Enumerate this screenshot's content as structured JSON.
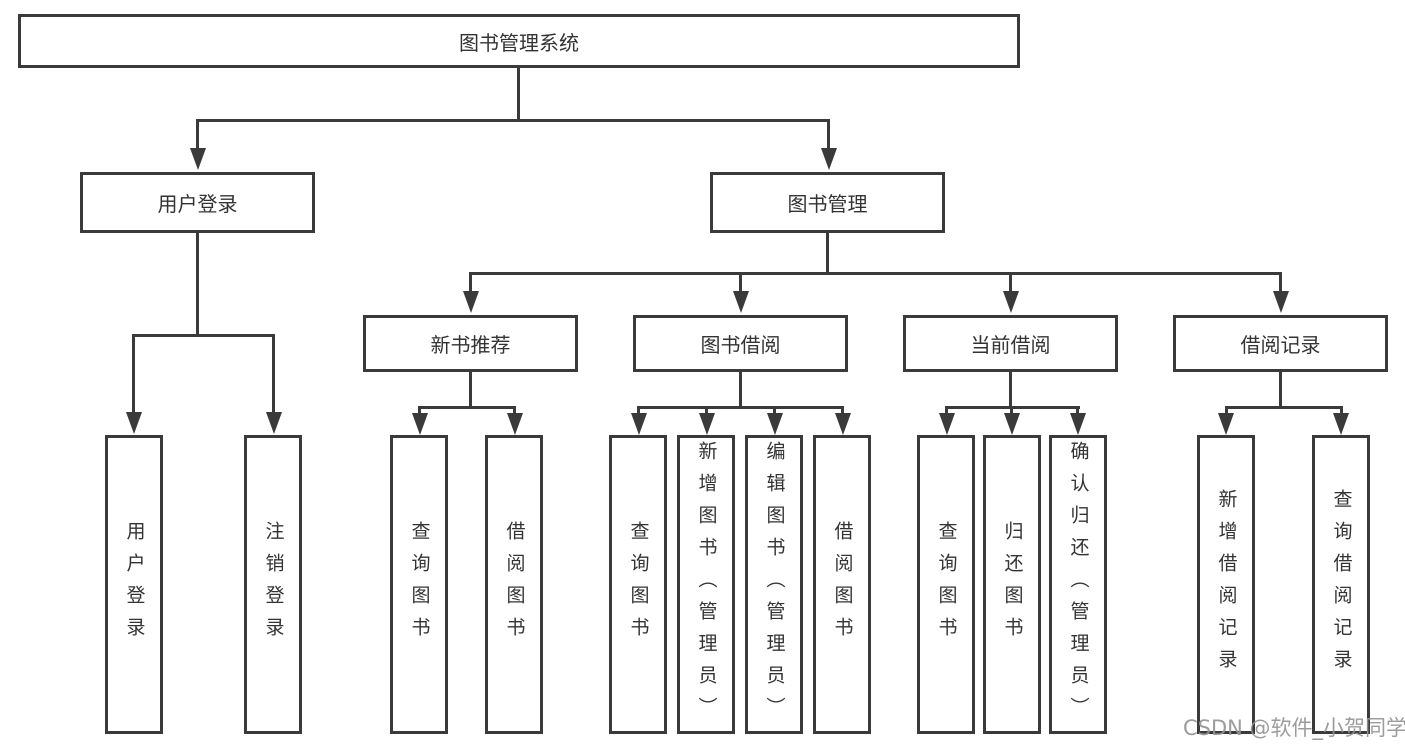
{
  "diagram": {
    "root": {
      "label": "图书管理系统"
    },
    "level2": [
      {
        "label": "用户登录"
      },
      {
        "label": "图书管理"
      }
    ],
    "level3": [
      {
        "label": "新书推荐"
      },
      {
        "label": "图书借阅"
      },
      {
        "label": "当前借阅"
      },
      {
        "label": "借阅记录"
      }
    ],
    "leaves": {
      "login": [
        "用户登录",
        "注销登录"
      ],
      "recommend": [
        "查询图书",
        "借阅图书"
      ],
      "borrowing": [
        "查询图书",
        "新增图书（管理员）",
        "编辑图书（管理员）",
        "借阅图书"
      ],
      "current": [
        "查询图书",
        "归还图书",
        "确认归还（管理员）"
      ],
      "records": [
        "新增借阅记录",
        "查询借阅记录"
      ]
    }
  },
  "watermark": {
    "text": "CSDN @软件_小贺同学"
  },
  "colors": {
    "line": "#3a3a3a",
    "text": "#333333",
    "box_fill": "#ffffff",
    "background": "#ffffff",
    "watermark": "#949494"
  }
}
